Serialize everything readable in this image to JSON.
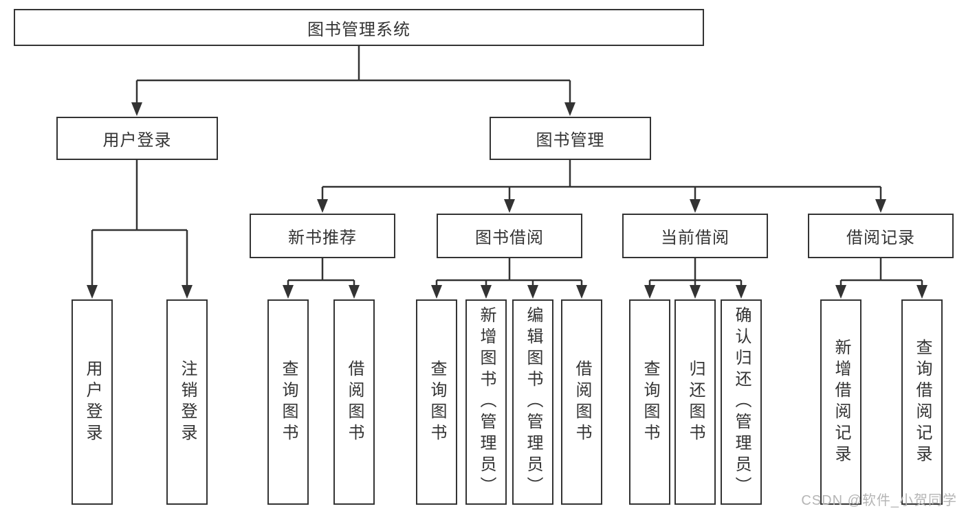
{
  "diagram": {
    "tree": {
      "label": "图书管理系统",
      "children": [
        {
          "label": "用户登录",
          "children": [
            {
              "label": "用户登录"
            },
            {
              "label": "注销登录"
            }
          ]
        },
        {
          "label": "图书管理",
          "children": [
            {
              "label": "新书推荐",
              "children": [
                {
                  "label": "查询图书"
                },
                {
                  "label": "借阅图书"
                }
              ]
            },
            {
              "label": "图书借阅",
              "children": [
                {
                  "label": "查询图书"
                },
                {
                  "label": "新增图书（管理员）"
                },
                {
                  "label": "编辑图书（管理员）"
                },
                {
                  "label": "借阅图书"
                }
              ]
            },
            {
              "label": "当前借阅",
              "children": [
                {
                  "label": "查询图书"
                },
                {
                  "label": "归还图书"
                },
                {
                  "label": "确认归还（管理员）"
                }
              ]
            },
            {
              "label": "借阅记录",
              "children": [
                {
                  "label": "新增借阅记录"
                },
                {
                  "label": "查询借阅记录"
                }
              ]
            }
          ]
        }
      ]
    }
  },
  "watermark": {
    "text": "CSDN @软件_小贺同学"
  },
  "colors": {
    "line": "#333333",
    "box_border": "#333333",
    "text": "#333333",
    "watermark": "#b5b5b5",
    "background": "#ffffff"
  }
}
